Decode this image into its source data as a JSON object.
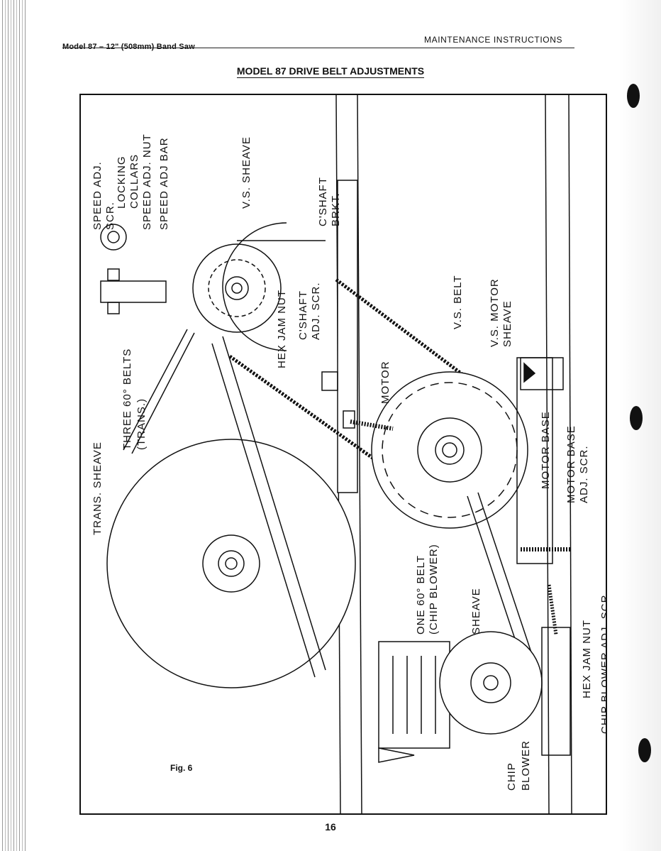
{
  "header": {
    "left": "Model 87 – 12\" (508mm) Band Saw",
    "right": "MAINTENANCE INSTRUCTIONS"
  },
  "title": "MODEL 87 DRIVE BELT ADJUSTMENTS",
  "figure": {
    "label": "Fig. 6",
    "callouts": {
      "speed_adj_scr_1": "SPEED ADJ.",
      "speed_adj_scr_2": "SCR.",
      "locking_collars_1": "LOCKING",
      "locking_collars_2": "COLLARS",
      "speed_adj_nut": "SPEED ADJ. NUT",
      "speed_adj_bar": "SPEED ADJ BAR",
      "vs_sheave": "V.S. SHEAVE",
      "cshaft_brkt_1": "C'SHAFT",
      "cshaft_brkt_2": "BRKT.",
      "hex_jam_nut": "HEX JAM NUT",
      "cshaft_adj_scr_1": "C'SHAFT",
      "cshaft_adj_scr_2": "ADJ. SCR.",
      "vs_belt": "V.S. BELT",
      "vs_motor_sheave_1": "V.S. MOTOR",
      "vs_motor_sheave_2": "SHEAVE",
      "three_belts_1": "THREE 60° BELTS",
      "three_belts_2": "(TRANS.)",
      "trans_sheave": "TRANS. SHEAVE",
      "motor": "MOTOR",
      "motor_base": "MOTOR BASE",
      "motor_base_adj_scr_1": "MOTOR BASE",
      "motor_base_adj_scr_2": "ADJ. SCR.",
      "one_belt_1": "ONE 60° BELT",
      "one_belt_2": "(CHIP BLOWER)",
      "sheave": "SHEAVE",
      "hex_jam_nut_2": "HEX JAM NUT",
      "chip_blower_adj_scr": "CHIP BLOWER ADJ. SCR.",
      "chip_blower_1": "CHIP",
      "chip_blower_2": "BLOWER"
    }
  },
  "page_number": "16"
}
